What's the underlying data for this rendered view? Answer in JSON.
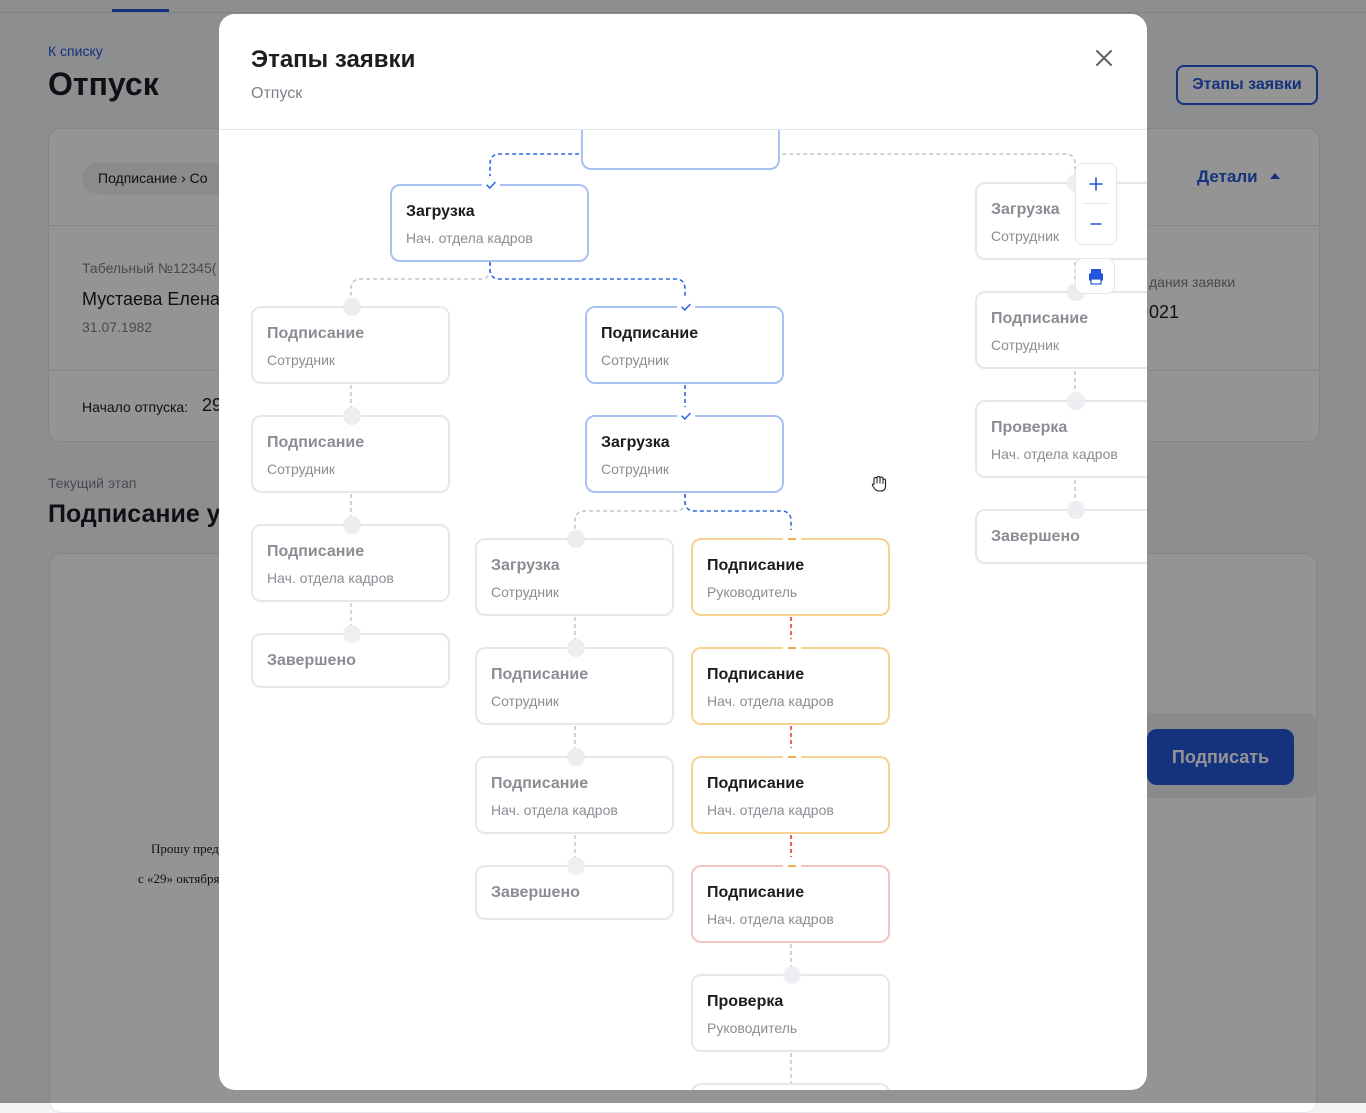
{
  "background": {
    "back_link": "К списку",
    "page_title": "Отпуск",
    "stages_button": "Этапы заявки",
    "breadcrumb": "Подписание  ›  Со",
    "details_label": "Детали",
    "employee": {
      "tab_number": "Табельный №12345(",
      "name": "Мустаева Елена",
      "birth_date": "31.07.1982"
    },
    "request_date_label": "дания заявки",
    "request_date_value": "021",
    "vacation_start_label": "Начало отпуска:",
    "vacation_start_value": "29",
    "current_stage_label": "Текущий этап",
    "current_stage_title": "Подписание уг",
    "doc_lines": [
      "Прошу пред",
      "с «29» октября"
    ],
    "sign_button": "Подписать"
  },
  "modal": {
    "title": "Этапы заявки",
    "subtitle": "Отпуск",
    "controls": {
      "zoom_in": "+",
      "zoom_out": "−"
    },
    "nodes": [
      {
        "id": "n1",
        "title": "Загрузка",
        "subtitle": "Нач. отдела кадров",
        "state": "active",
        "marker": "check"
      },
      {
        "id": "n2",
        "title": "Подписание",
        "subtitle": "Сотрудник",
        "state": "pending",
        "marker": "dot"
      },
      {
        "id": "n3",
        "title": "Подписание",
        "subtitle": "Сотрудник",
        "state": "pending",
        "marker": "dot"
      },
      {
        "id": "n4",
        "title": "Подписание",
        "subtitle": "Нач. отдела кадров",
        "state": "pending",
        "marker": "dot"
      },
      {
        "id": "n5",
        "title": "Завершено",
        "subtitle": "",
        "state": "pending",
        "marker": "dot"
      },
      {
        "id": "n6",
        "title": "Подписание",
        "subtitle": "Сотрудник",
        "state": "active",
        "marker": "check"
      },
      {
        "id": "n7",
        "title": "Загрузка",
        "subtitle": "Сотрудник",
        "state": "active",
        "marker": "check"
      },
      {
        "id": "n8",
        "title": "Загрузка",
        "subtitle": "Сотрудник",
        "state": "pending",
        "marker": "dot"
      },
      {
        "id": "n9",
        "title": "Подписание",
        "subtitle": "Сотрудник",
        "state": "pending",
        "marker": "dot"
      },
      {
        "id": "n10",
        "title": "Подписание",
        "subtitle": "Нач. отдела кадров",
        "state": "pending",
        "marker": "dot"
      },
      {
        "id": "n11",
        "title": "Завершено",
        "subtitle": "",
        "state": "pending",
        "marker": "dot"
      },
      {
        "id": "n12",
        "title": "Подписание",
        "subtitle": "Руководитель",
        "state": "warn",
        "marker": "minus"
      },
      {
        "id": "n13",
        "title": "Подписание",
        "subtitle": "Нач. отдела кадров",
        "state": "warn",
        "marker": "minus"
      },
      {
        "id": "n14",
        "title": "Подписание",
        "subtitle": "Нач. отдела кадров",
        "state": "warn",
        "marker": "minus"
      },
      {
        "id": "n15",
        "title": "Подписание",
        "subtitle": "Нач. отдела кадров",
        "state": "err",
        "marker": "minus"
      },
      {
        "id": "n16",
        "title": "Проверка",
        "subtitle": "Руководитель",
        "state": "dark",
        "marker": "dot"
      },
      {
        "id": "n17",
        "title": "Загрузка",
        "subtitle": "Сотрудник",
        "state": "pending",
        "marker": "dot"
      },
      {
        "id": "n18",
        "title": "Подписание",
        "subtitle": "Сотрудник",
        "state": "pending",
        "marker": "dot"
      },
      {
        "id": "n19",
        "title": "Проверка",
        "subtitle": "Нач. отдела кадров",
        "state": "pending",
        "marker": "dot"
      },
      {
        "id": "n20",
        "title": "Завершено",
        "subtitle": "",
        "state": "pending",
        "marker": "dot"
      }
    ]
  },
  "colors": {
    "accent": "#2356d8",
    "done_line": "#2f6be0",
    "pending_line": "#c4c6cb",
    "warn_border": "#f7d290",
    "warn_marker": "#f08a1f",
    "error_line": "#e23b3b",
    "error_border": "#f3c4c4"
  }
}
